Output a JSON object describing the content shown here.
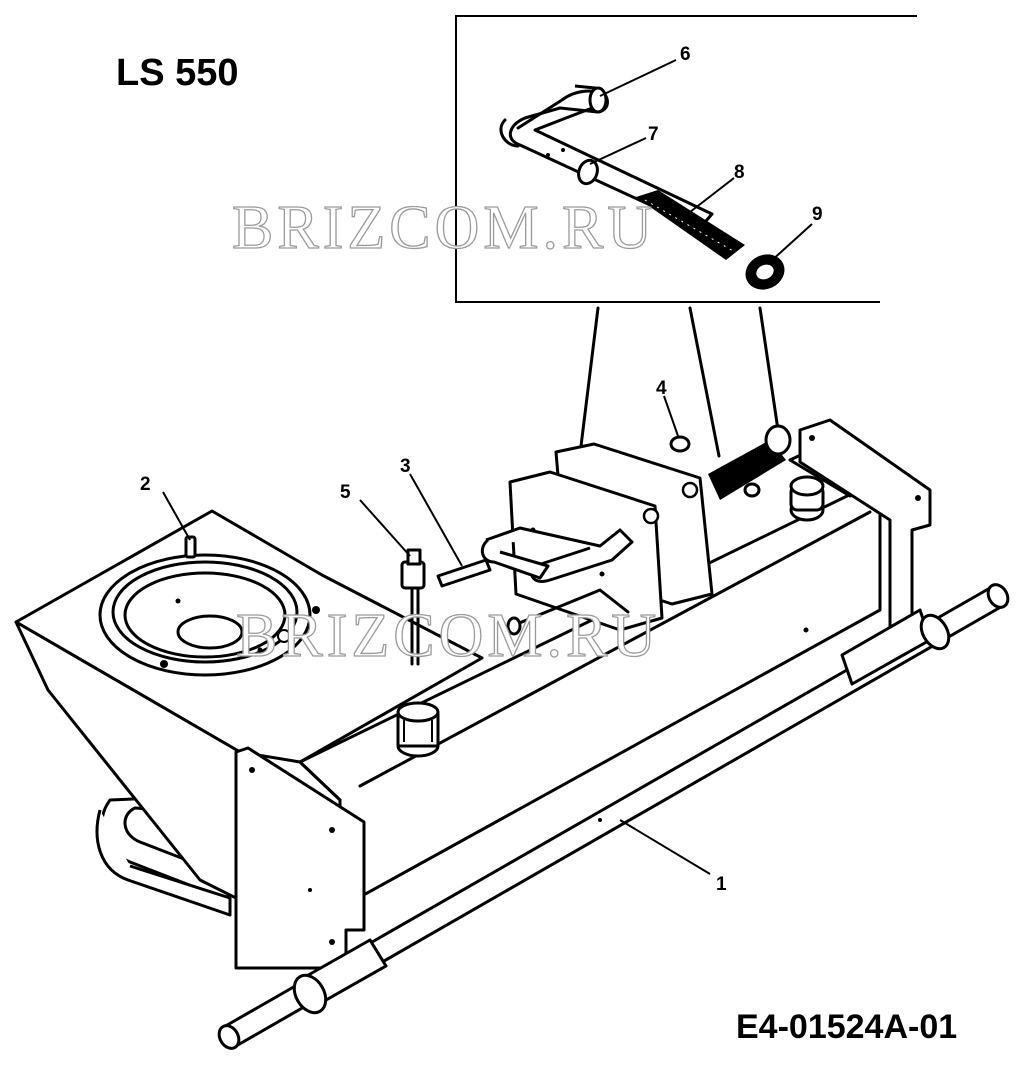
{
  "diagram": {
    "model": "LS 550",
    "reference": "E4-01524A-01",
    "watermark": "BRIZCOM.RU",
    "callouts": [
      "1",
      "2",
      "3",
      "4",
      "5",
      "6",
      "7",
      "8",
      "9"
    ],
    "colors": {
      "ink": "#000000",
      "background": "#ffffff",
      "watermark_outline": "#9a9a9a"
    }
  }
}
